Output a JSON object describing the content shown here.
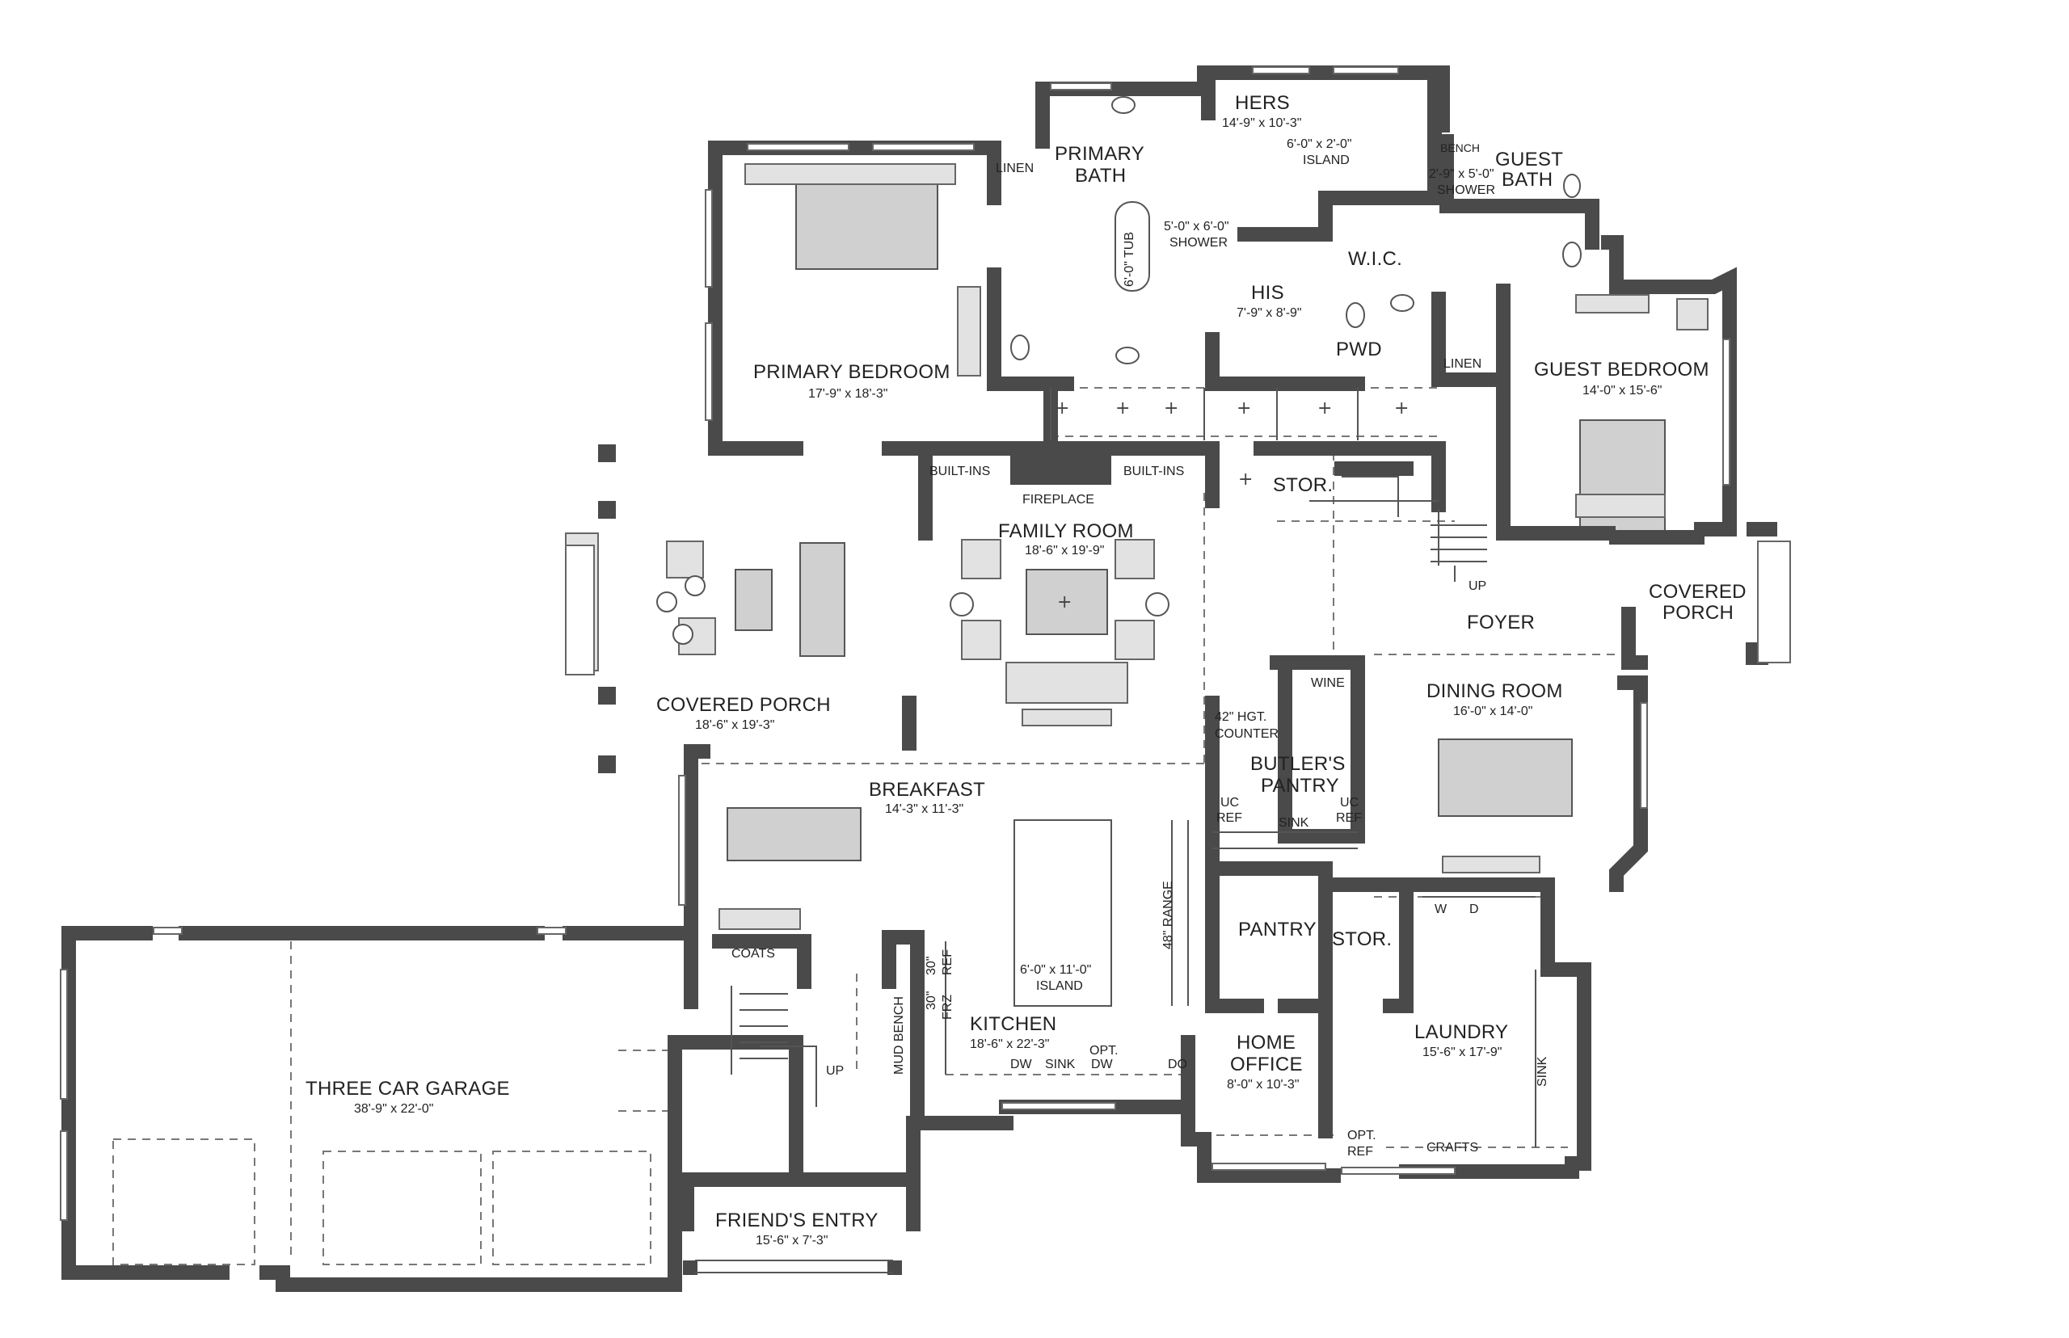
{
  "rooms": {
    "primary_bath": {
      "line1": "PRIMARY",
      "line2": "BATH"
    },
    "hers": {
      "name": "HERS",
      "dim": "14'-9\" x 10'-3\""
    },
    "island_hers": {
      "dim": "6'-0\" x 2'-0\"",
      "name": "ISLAND"
    },
    "linen_primary": "LINEN",
    "tub": "6'-0\" TUB",
    "shower_primary": {
      "dim": "5'-0\" x 6'-0\"",
      "name": "SHOWER"
    },
    "his": {
      "name": "HIS",
      "dim": "7'-9\" x 8'-9\""
    },
    "wic": "W.I.C.",
    "bench": "BENCH",
    "guest_shower": {
      "dim": "2'-9\" x 5'-0\"",
      "name": "SHOWER"
    },
    "guest_bath": {
      "line1": "GUEST",
      "line2": "BATH"
    },
    "pwd": "PWD",
    "linen_guest": "LINEN",
    "primary_bedroom": {
      "name": "PRIMARY BEDROOM",
      "dim": "17'-9\" x 18'-3\""
    },
    "guest_bedroom": {
      "name": "GUEST BEDROOM",
      "dim": "14'-0\" x 15'-6\""
    },
    "built_ins_left": "BUILT-INS",
    "built_ins_right": "BUILT-INS",
    "fireplace": "FIREPLACE",
    "stor_top": "STOR.",
    "family_room": {
      "name": "FAMILY ROOM",
      "dim": "18'-6\" x 19'-9\""
    },
    "covered_porch_left": {
      "name": "COVERED PORCH",
      "dim": "18'-6\" x 19'-3\""
    },
    "covered_porch_right": {
      "line1": "COVERED",
      "line2": "PORCH"
    },
    "up_foyer": "UP",
    "foyer": "FOYER",
    "wine": "WINE",
    "counter": {
      "line1": "42\" HGT.",
      "line2": "COUNTER"
    },
    "butlers_pantry": {
      "line1": "BUTLER'S",
      "line2": "PANTRY"
    },
    "dining_room": {
      "name": "DINING ROOM",
      "dim": "16'-0\" x 14'-0\""
    },
    "uc_ref_left": {
      "line1": "UC",
      "line2": "REF"
    },
    "sink_butler": "SINK",
    "uc_ref_right": {
      "line1": "UC",
      "line2": "REF"
    },
    "breakfast": {
      "name": "BREAKFAST",
      "dim": "14'-3\" x 11'-3\""
    },
    "range": "48\" RANGE",
    "pantry": "PANTRY",
    "stor_mid": "STOR.",
    "w": "W",
    "d": "D",
    "coats": "COATS",
    "mud_bench": "MUD BENCH",
    "frz": {
      "size": "30\"",
      "name": "FRZ"
    },
    "ref": {
      "size": "30\"",
      "name": "REF"
    },
    "kitchen_island": {
      "dim": "6'-0\" x 11'-0\"",
      "name": "ISLAND"
    },
    "kitchen": {
      "name": "KITCHEN",
      "dim": "18'-6\" x 22'-3\""
    },
    "dw": "DW",
    "sink_kitchen": "SINK",
    "opt_dw": {
      "line1": "OPT.",
      "line2": "DW"
    },
    "do": "DO",
    "home_office": {
      "line1": "HOME",
      "line2": "OFFICE",
      "dim": "8'-0\" x 10'-3\""
    },
    "laundry": {
      "name": "LAUNDRY",
      "dim": "15'-6\" x 17'-9\""
    },
    "sink_laundry": "SINK",
    "opt_ref": {
      "line1": "OPT.",
      "line2": "REF"
    },
    "crafts": "CRAFTS",
    "garage": {
      "name": "THREE CAR GARAGE",
      "dim": "38'-9\" x 22'-0\""
    },
    "up_garage": "UP",
    "friends_entry": {
      "name": "FRIEND'S ENTRY",
      "dim": "15'-6\" x 7'-3\""
    }
  }
}
